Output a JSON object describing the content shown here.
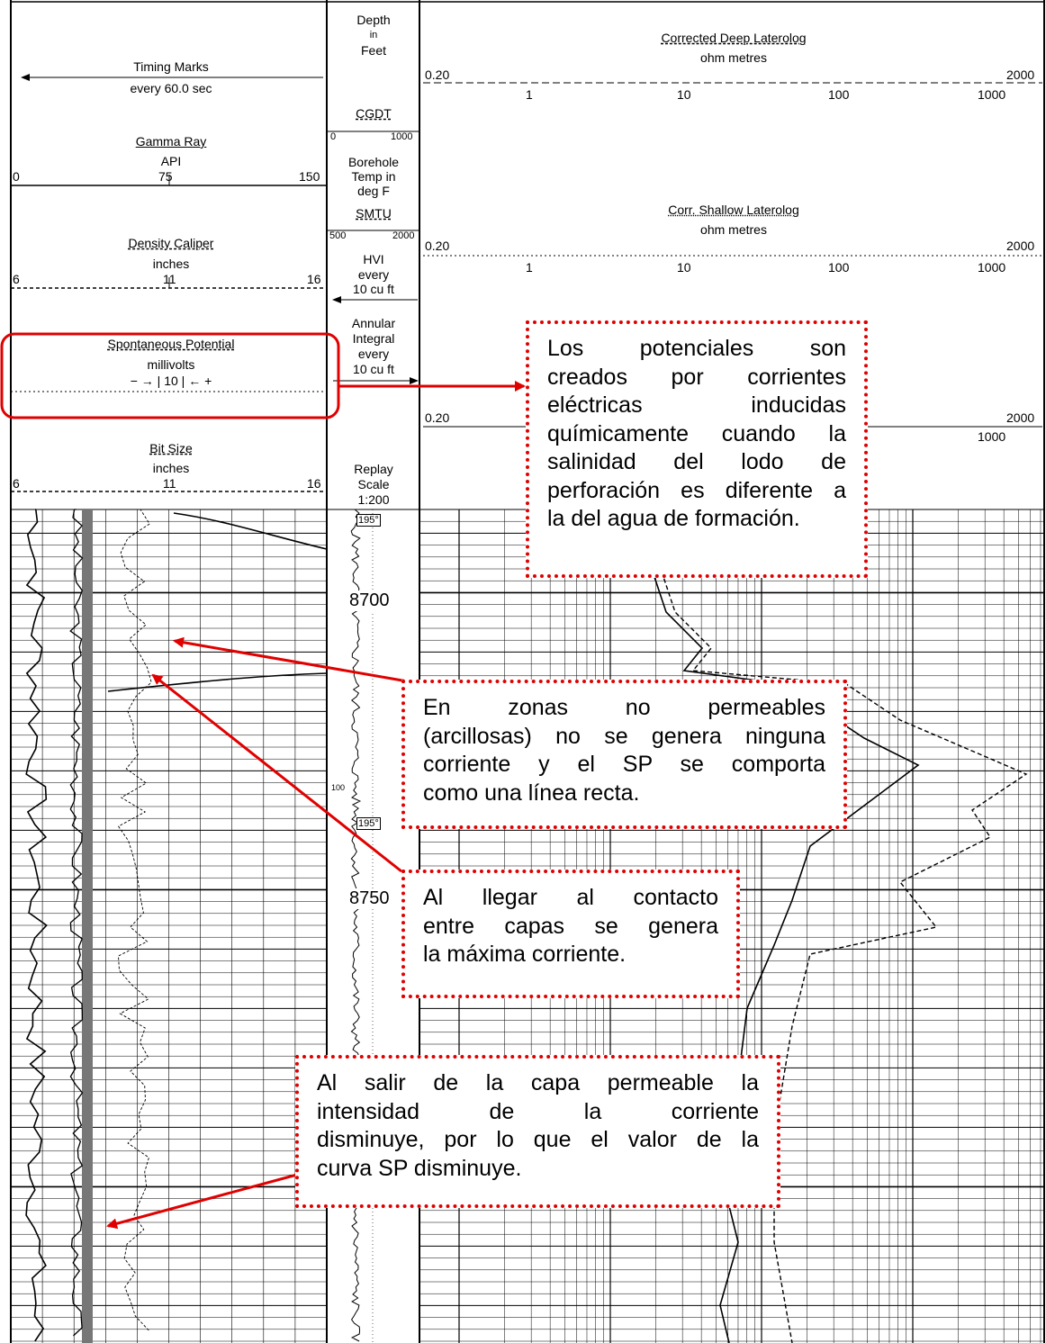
{
  "left_track": {
    "timing_marks": {
      "title": "Timing Marks",
      "sub": "every 60.0 sec"
    },
    "gamma_ray": {
      "title": "Gamma Ray",
      "unit": "API",
      "scale": [
        "0",
        "75",
        "150"
      ]
    },
    "density_caliper": {
      "title": "Density Caliper",
      "unit": "inches",
      "scale": [
        "6",
        "11",
        "16"
      ]
    },
    "spontaneous_potential": {
      "title": "Spontaneous Potential",
      "unit": "millivolts",
      "scale": "− → | 10 | ← +"
    },
    "bit_size": {
      "title": "Bit Size",
      "unit": "inches",
      "scale": [
        "6",
        "11",
        "16"
      ]
    }
  },
  "depth_track": {
    "depth_in": [
      "Depth",
      "in",
      "Feet"
    ],
    "cgdt": {
      "title": "CGDT",
      "scale": [
        "0",
        "1000"
      ]
    },
    "borehole_temp": [
      "Borehole",
      "Temp in",
      "deg F"
    ],
    "smtu": {
      "title": "SMTU",
      "scale": [
        "500",
        "2000"
      ]
    },
    "hvi": [
      "HVI",
      "every",
      "10 cu ft"
    ],
    "annular": [
      "Annular",
      "Integral",
      "every",
      "10 cu ft"
    ],
    "replay": [
      "Replay",
      "Scale",
      "1:200"
    ],
    "depth_marks": [
      "8700",
      "8750"
    ],
    "temp_marks": [
      "195°",
      "195°"
    ],
    "small_label": "100"
  },
  "right_track": {
    "deep_laterolog": {
      "title": "Corrected Deep Laterolog",
      "unit": "ohm metres",
      "min": "0.20",
      "max": "2000",
      "ticks": [
        "1",
        "10",
        "100",
        "1000"
      ]
    },
    "shallow_laterolog": {
      "title": "Corr. Shallow Laterolog",
      "unit": "ohm metres",
      "min": "0.20",
      "max": "2000",
      "ticks": [
        "1",
        "10",
        "100",
        "1000"
      ]
    },
    "third_scale": {
      "min": "0.20",
      "max": "2000",
      "ticks": [
        "1000"
      ]
    }
  },
  "callouts": {
    "potentials": [
      "Los potenciales son",
      "creados por corrientes",
      "eléctricas inducidas",
      "químicamente cuando la",
      "salinidad del lodo de",
      "perforación es diferente a",
      "la del agua de formación."
    ],
    "non_permeable": [
      "En zonas no permeables",
      "(arcillosas) no se genera ninguna",
      "corriente y el SP se comporta",
      "como una línea recta."
    ],
    "contact": [
      "Al llegar al contacto",
      "entre capas se genera",
      "la máxima corriente."
    ],
    "exit_layer": [
      "Al salir de la capa permeable la",
      "intensidad de la corriente",
      "disminuye, por lo que el valor de la",
      "curva SP disminuye."
    ]
  },
  "colors": {
    "callout_border": "#e00000",
    "highlight_box": "#e00000",
    "arrow": "#e00000"
  }
}
